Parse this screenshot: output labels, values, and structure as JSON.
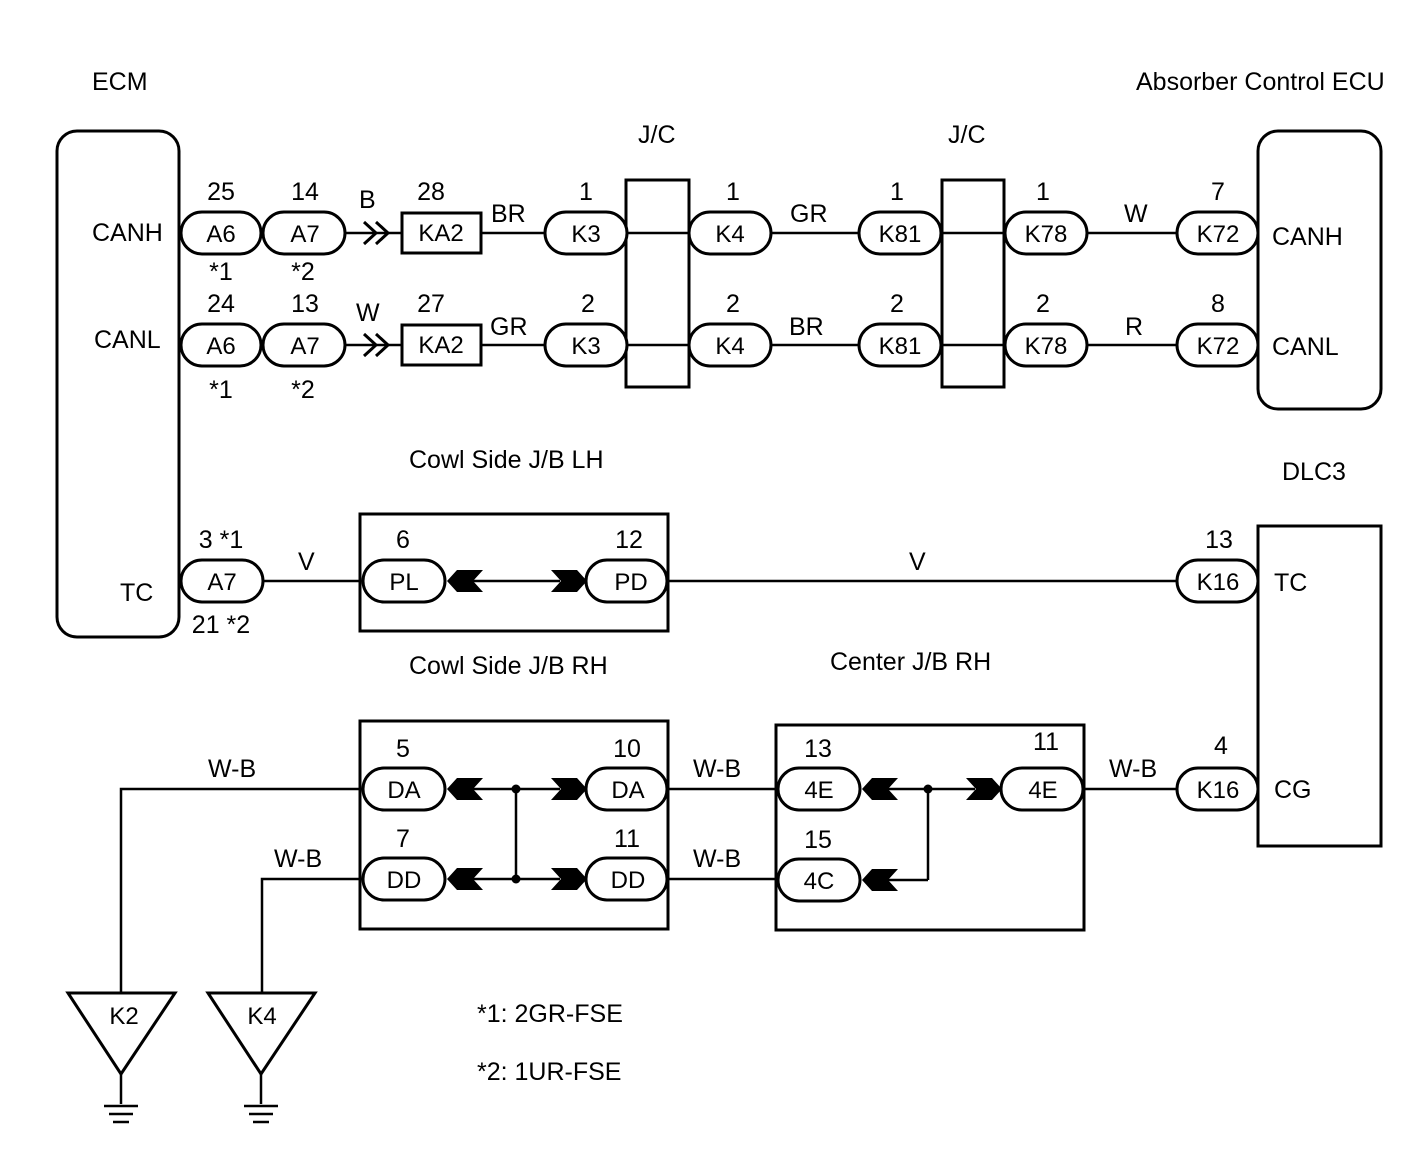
{
  "components": {
    "ecm": {
      "name": "ECM",
      "pins": [
        "CANH",
        "CANL",
        "TC"
      ]
    },
    "absorber_ecu": {
      "name": "Absorber Control ECU",
      "pins": [
        "CANH",
        "CANL"
      ]
    },
    "dlc3": {
      "name": "DLC3",
      "pins": [
        "TC",
        "CG"
      ]
    },
    "jc1": {
      "name": "J/C"
    },
    "jc2": {
      "name": "J/C"
    },
    "cowl_lh": {
      "name": "Cowl Side J/B LH"
    },
    "cowl_rh": {
      "name": "Cowl Side J/B RH"
    },
    "center_rh": {
      "name": "Center J/B RH"
    }
  },
  "connectors": {
    "ecm_canh_a6": {
      "code": "A6",
      "pin": "25",
      "note": "*1"
    },
    "ecm_canh_a7": {
      "code": "A7",
      "pin": "14",
      "note": "*2"
    },
    "ecm_canl_a6": {
      "code": "A6",
      "pin": "24",
      "note": "*1"
    },
    "ecm_canl_a7": {
      "code": "A7",
      "pin": "13",
      "note": "*2"
    },
    "ka2_top": {
      "code": "KA2",
      "pin": "28"
    },
    "ka2_bot": {
      "code": "KA2",
      "pin": "27"
    },
    "k3_top": {
      "code": "K3",
      "pin": "1"
    },
    "k3_bot": {
      "code": "K3",
      "pin": "2"
    },
    "k4_top": {
      "code": "K4",
      "pin": "1"
    },
    "k4_bot": {
      "code": "K4",
      "pin": "2"
    },
    "k81_top": {
      "code": "K81",
      "pin": "1"
    },
    "k81_bot": {
      "code": "K81",
      "pin": "2"
    },
    "k78_top": {
      "code": "K78",
      "pin": "1"
    },
    "k78_bot": {
      "code": "K78",
      "pin": "2"
    },
    "k72_top": {
      "code": "K72",
      "pin": "7"
    },
    "k72_bot": {
      "code": "K72",
      "pin": "8"
    },
    "ecm_tc_a7": {
      "code": "A7",
      "pin_top": "3 *1",
      "pin_bottom": "21 *2"
    },
    "pl": {
      "code": "PL",
      "pin": "6"
    },
    "pd": {
      "code": "PD",
      "pin": "12"
    },
    "k16_tc": {
      "code": "K16",
      "pin": "13"
    },
    "da_left": {
      "code": "DA",
      "pin": "5"
    },
    "da_right": {
      "code": "DA",
      "pin": "10"
    },
    "dd_left": {
      "code": "DD",
      "pin": "7"
    },
    "dd_right": {
      "code": "DD",
      "pin": "11"
    },
    "e4_left": {
      "code": "4E",
      "pin": "13"
    },
    "e4_right": {
      "code": "4E",
      "pin": "11"
    },
    "c4": {
      "code": "4C",
      "pin": "15"
    },
    "k16_cg": {
      "code": "K16",
      "pin": "4"
    }
  },
  "wires": {
    "b": "B",
    "w_ka2": "W",
    "br_top": "BR",
    "gr_bot": "GR",
    "gr_top": "GR",
    "br_bot": "BR",
    "w_top": "W",
    "r_bot": "R",
    "v_left": "V",
    "v_right": "V",
    "wb_k2": "W-B",
    "wb_k4": "W-B",
    "wb_da": "W-B",
    "wb_dd": "W-B",
    "wb_cg": "W-B"
  },
  "grounds": [
    {
      "name": "K2"
    },
    {
      "name": "K4"
    }
  ],
  "notes": [
    "*1: 2GR-FSE",
    "*2: 1UR-FSE"
  ]
}
